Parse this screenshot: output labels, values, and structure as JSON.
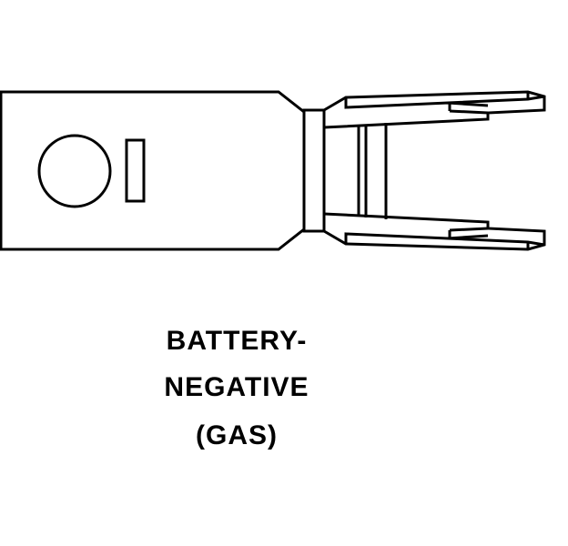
{
  "caption": {
    "line1": "BATTERY-",
    "line2": "NEGATIVE",
    "line3": "(GAS)"
  },
  "colors": {
    "stroke": "#000000",
    "background": "#ffffff"
  }
}
